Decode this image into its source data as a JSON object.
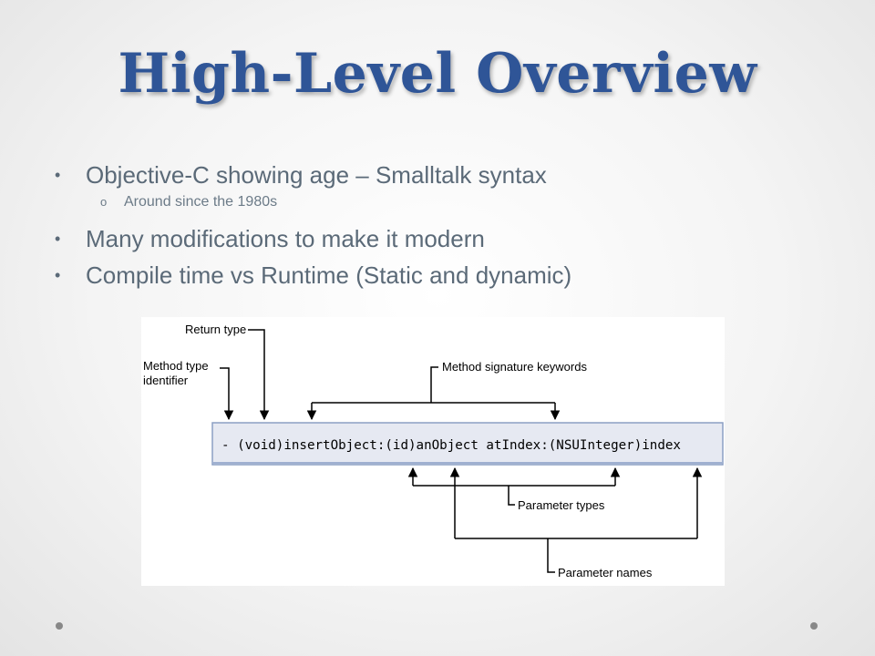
{
  "slide": {
    "title": "High-Level Overview",
    "bullets": [
      {
        "text": "Objective-C showing age – Smalltalk syntax",
        "sub": [
          "Around since the 1980s"
        ]
      },
      {
        "text": "Many modifications to make it modern",
        "sub": []
      },
      {
        "text": "Compile time vs Runtime (Static and dynamic)",
        "sub": []
      }
    ]
  },
  "diagram": {
    "code": "- (void)insertObject:(id)anObject atIndex:(NSUInteger)index",
    "labels": {
      "return_type": "Return type",
      "method_type_line1": "Method type",
      "method_type_line2": "identifier",
      "signature_keywords": "Method signature keywords",
      "parameter_types": "Parameter types",
      "parameter_names": "Parameter names"
    }
  },
  "colors": {
    "title": "#2f5597",
    "bullet_text": "#5b6a78",
    "code_bar_fill": "#e6e9f2",
    "code_bar_border": "#8c9fc4"
  }
}
